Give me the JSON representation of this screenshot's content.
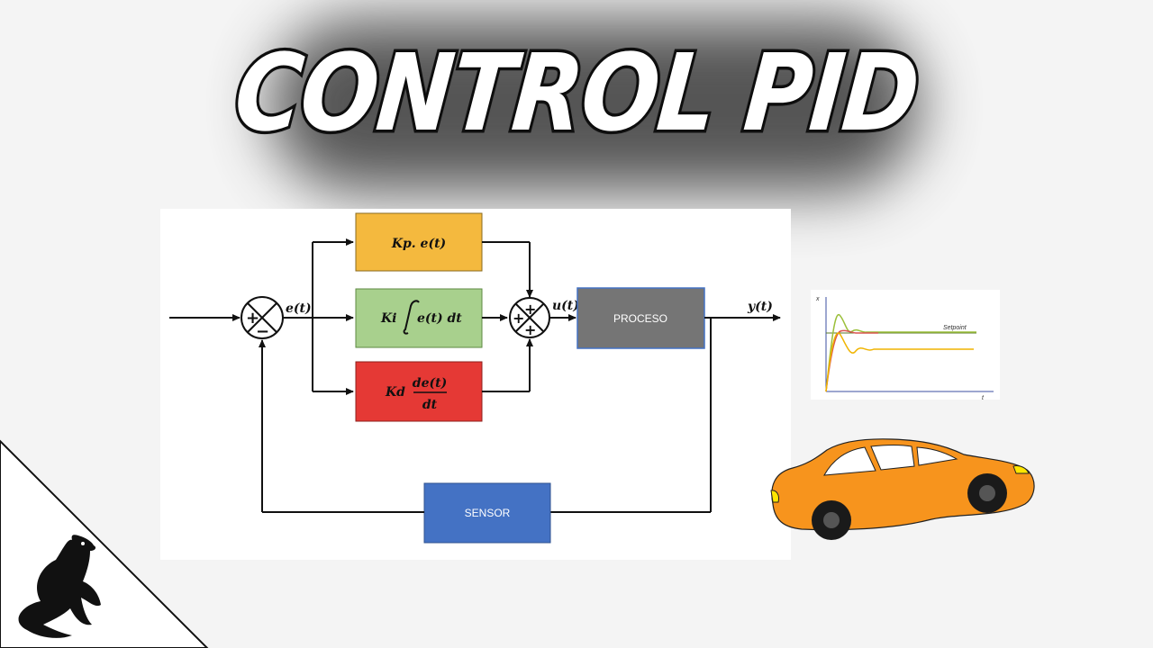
{
  "title": "CONTROL PID",
  "diagram": {
    "p_term": "Kp. e(t)",
    "i_term_prefix": "Ki",
    "i_term_body": "e(t) dt",
    "d_term_prefix": "Kd",
    "d_term_num": "de(t)",
    "d_term_den": "dt",
    "error_signal": "e(t)",
    "control_signal": "u(t)",
    "output_signal": "y(t)",
    "process": "PROCESO",
    "sensor": "SENSOR",
    "plus": "+",
    "minus": "−"
  },
  "response_graph": {
    "setpoint_label": "Setpoint",
    "y_axis_label": "x",
    "x_axis_label": "t"
  },
  "colors": {
    "p_block": "#f4b93e",
    "i_block": "#a8d08d",
    "d_block": "#e53935",
    "process_block": "#757575",
    "sensor_block": "#4472c4",
    "car_body": "#f7941d"
  }
}
